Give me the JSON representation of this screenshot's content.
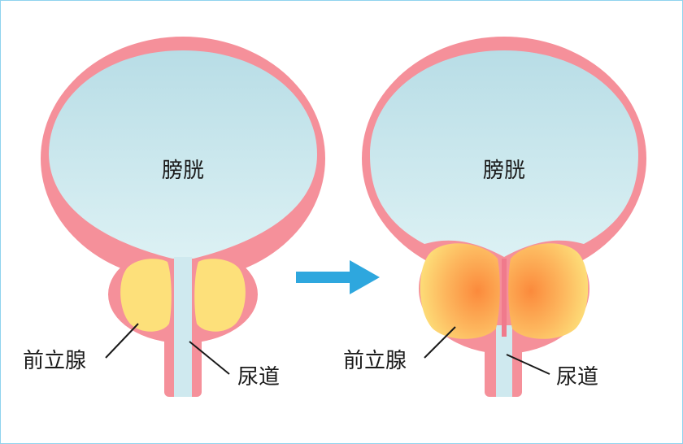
{
  "colors": {
    "border": "#8fd3ee",
    "bladder_wall": "#f5909a",
    "bladder_fill_top": "#b8dde6",
    "bladder_fill_bottom": "#dcf1f4",
    "prostate_normal": "#fde07a",
    "prostate_enlarged_core": "#fb8a3c",
    "arrow": "#2ea7de",
    "text": "#1a1a1a"
  },
  "panels": [
    {
      "state": "normal",
      "labels": {
        "bladder": "膀胱",
        "prostate": "前立腺",
        "urethra": "尿道"
      }
    },
    {
      "state": "enlarged",
      "labels": {
        "bladder": "膀胱",
        "prostate": "前立腺",
        "urethra": "尿道"
      }
    }
  ],
  "arrow_icon": "right-arrow-icon"
}
